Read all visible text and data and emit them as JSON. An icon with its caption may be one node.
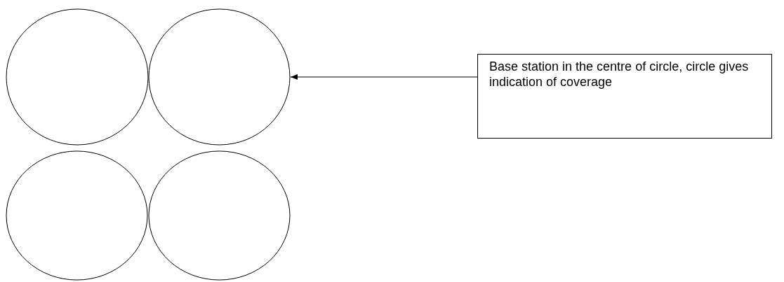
{
  "diagram": {
    "nodes": [
      {
        "text": [],
        "shape": "circle"
      },
      {
        "text": [],
        "shape": "circle"
      },
      {
        "text": [
          "Base station in the centre of circle, circle gives indication of coverage"
        ]
      },
      {
        "text": [],
        "shape": "circle"
      },
      {
        "text": [],
        "shape": "circle"
      }
    ],
    "edges": [
      {
        "from": 2,
        "to": 1,
        "arrow": "to"
      }
    ]
  }
}
